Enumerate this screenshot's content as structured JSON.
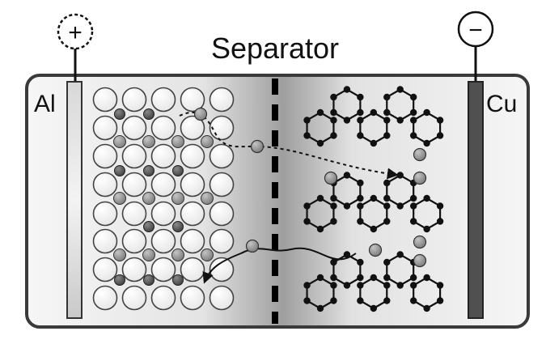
{
  "labels": {
    "separator": "Separator",
    "anode_metal": "Al",
    "cathode_metal": "Cu",
    "positive_sign": "+",
    "negative_sign": "−"
  },
  "icons": {
    "positive_terminal": "plus-circle-dashed",
    "negative_terminal": "minus-circle"
  },
  "colors": {
    "outline": "#3a3a3a",
    "al_foil": "#cfcfcf",
    "cu_foil": "#505050",
    "ion": "#8e8e8e",
    "dark_atom": "#555555",
    "carbon": "#111111"
  }
}
